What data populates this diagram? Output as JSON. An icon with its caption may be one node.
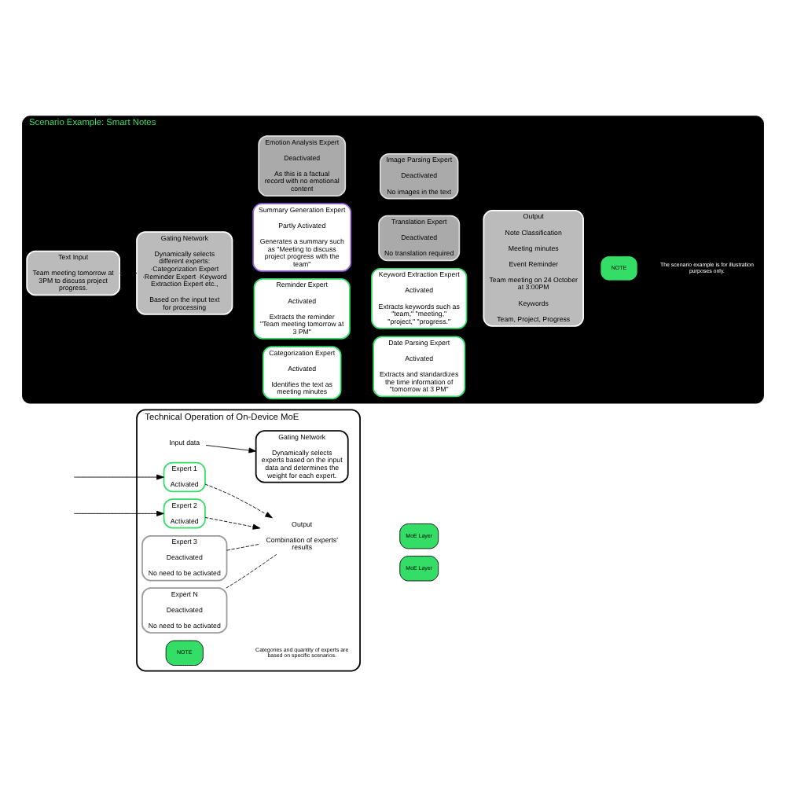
{
  "diagram": {
    "nodes": [
      {
        "text": [
          "Technical Operation of On-Device MoE"
        ]
      },
      {
        "text": [
          "Input data"
        ],
        "in": 0
      },
      {
        "text": [
          "Gating Network",
          "Dynamically selects experts based on the input data and determines the weight for each expert."
        ],
        "in": 0
      },
      {
        "text": [
          "Expert 1",
          "Activated"
        ],
        "in": 0
      },
      {
        "text": [
          "Expert 2",
          "Activated"
        ],
        "in": 0
      },
      {
        "text": [
          "Expert 3",
          "Deactivated",
          "No need to be activated"
        ],
        "in": 0
      },
      {
        "text": [
          "Expert N",
          "Deactivated",
          "No need to be activated"
        ],
        "in": 0
      },
      {
        "text": [
          "Output",
          "Combination of experts' results"
        ],
        "in": 0
      },
      {
        "text": [
          "Scenario Example: Smart Notes"
        ]
      },
      {
        "text": [
          "Text Input",
          "Team meeting tomorrow at 3PM to discuss project progress."
        ],
        "in": 8
      },
      {
        "text": [
          "Gating Network",
          "Dynamically selects different experts: ·Categorization Expert ·Reminder Expert ·Keyword Extraction Expert etc.,",
          "Based on the input text for processing"
        ],
        "in": 8
      },
      {
        "text": [
          "Categorization Expert",
          "Activated",
          "Identifies the text as meeting minutes"
        ],
        "in": 8
      },
      {
        "text": [
          "Date Parsing Expert",
          "Activated",
          "Extracts and standardizes the time information of \"tomorrow at 3 PM\""
        ],
        "in": 8
      },
      {
        "text": [
          "Reminder Expert",
          "Activated",
          "Extracts the reminder \"Team meeting tomorrow at 3 PM\""
        ],
        "in": 8
      },
      {
        "text": [
          "Keyword Extraction Expert",
          "Activated",
          "Extracts keywords such as \"team,\" \"meeting,\" \"project,\" \"progress.\""
        ],
        "in": 8
      },
      {
        "text": [
          "Summary Generation Expert",
          "Partly Activated",
          "Generates a summary such as \"Meeting to discuss project progress with the team\""
        ],
        "in": 8
      },
      {
        "text": [
          "Translation Expert",
          "Deactivated",
          "No translation required"
        ],
        "in": 8
      },
      {
        "text": [
          "Emotion Analysis Expert",
          "Deactivated",
          "As this is a factual record with no emotional content"
        ],
        "in": 8
      },
      {
        "text": [
          "Image Parsing Expert",
          "Deactivated",
          "No images in the text"
        ],
        "in": 8
      },
      {
        "text": [
          "Output",
          "Note Classification",
          "Meeting minutes",
          "Event Reminder",
          "Team meeting on 24 October at 3:00PM",
          "Keywords",
          "Team, Project, Progress"
        ],
        "in": 8
      }
    ],
    "edges": [
      {
        "from": 1,
        "to": 2,
        "arrow": "to"
      },
      {
        "from": null,
        "to": 3,
        "arrow": "to"
      },
      {
        "from": null,
        "to": 4,
        "arrow": "to"
      },
      {
        "from": 3,
        "to": 7,
        "arrow": "to",
        "style": "dashed"
      },
      {
        "from": 4,
        "to": 7,
        "arrow": "to",
        "style": "dashed"
      },
      {
        "from": 5,
        "to": 7,
        "arrow": "none",
        "style": "dashed"
      },
      {
        "from": 6,
        "to": 7,
        "arrow": "none",
        "style": "dashed"
      },
      {
        "from": 9,
        "to": 10,
        "arrow": "to"
      }
    ],
    "labels": [
      "MoE Layer",
      "MoE Layer",
      "NOTE",
      "Categories and quantity of experts are based on specific scenarios.",
      "NOTE",
      "The scenario example is for illustration purposes only."
    ]
  }
}
